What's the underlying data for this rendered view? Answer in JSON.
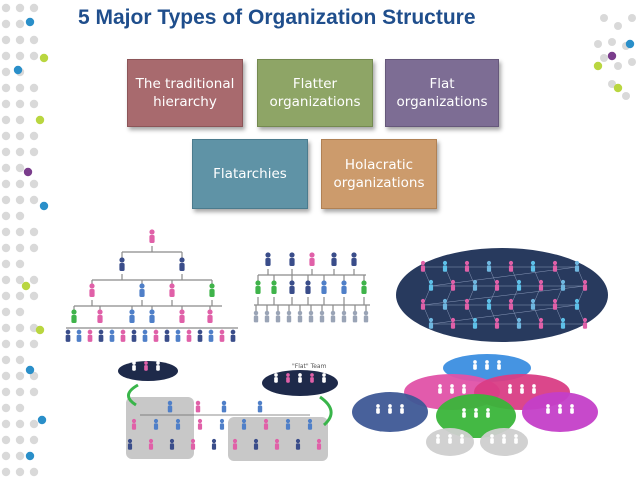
{
  "title": "5 Major Types of Organization Structure",
  "types": [
    {
      "label": "The traditional hierarchy",
      "color": "#a86a6e"
    },
    {
      "label": "Flatter organizations",
      "color": "#8ea566"
    },
    {
      "label": "Flat organizations",
      "color": "#7d6d94"
    },
    {
      "label": "Flatarchies",
      "color": "#5f93a6"
    },
    {
      "label": "Holacratic organizations",
      "color": "#cc9b6c"
    }
  ],
  "flatarchy_labels": {
    "team_left": "\"Flat\" Team",
    "team_right": "\"Flat\" Team"
  },
  "colors": {
    "title": "#1f4e8c",
    "person_pink": "#e060a8",
    "person_blue": "#4f7fc8",
    "person_green": "#3fb34a",
    "person_navy": "#3a4d8a",
    "dot_blue": "#2a8fc9",
    "dot_green": "#b9d640",
    "dot_purple": "#7a3d8c",
    "dot_gray": "#d9d9d9"
  },
  "icons": [
    "person-icon",
    "decorative-dot-icon"
  ]
}
